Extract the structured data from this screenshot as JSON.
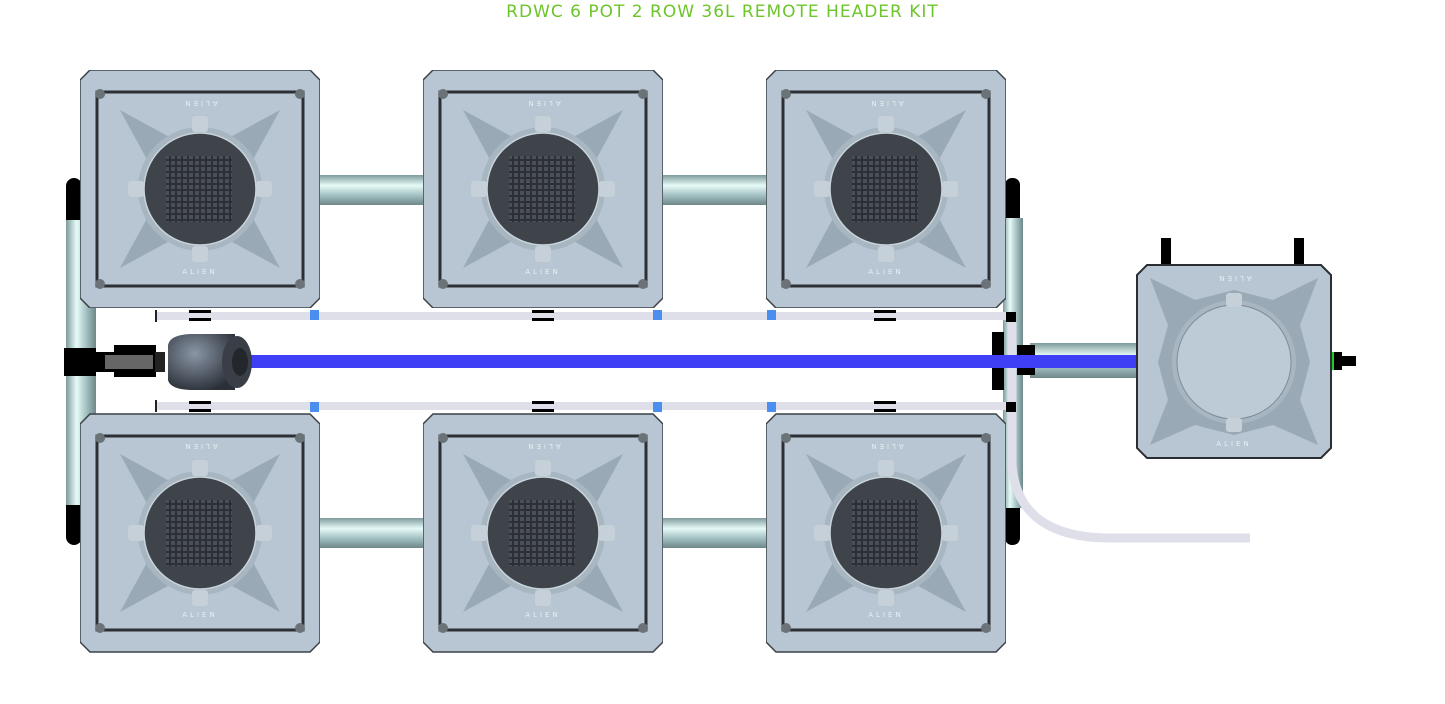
{
  "title": "RDWC 6 POT 2 ROW 36L REMOTE HEADER KIT",
  "brand": "ALIEN",
  "pots": [
    {
      "row": "top",
      "position": 1
    },
    {
      "row": "top",
      "position": 2
    },
    {
      "row": "top",
      "position": 3
    },
    {
      "row": "bottom",
      "position": 1
    },
    {
      "row": "bottom",
      "position": 2
    },
    {
      "row": "bottom",
      "position": 3
    }
  ],
  "colors": {
    "title": "#6cc52a",
    "pot_body": "#b7c6d2",
    "feed_line": "#3f3ff5",
    "return_line": "#dfdfea",
    "pipe": "#a9c4c4",
    "fitting": "#000000",
    "valve_accent": "#22cc22"
  }
}
